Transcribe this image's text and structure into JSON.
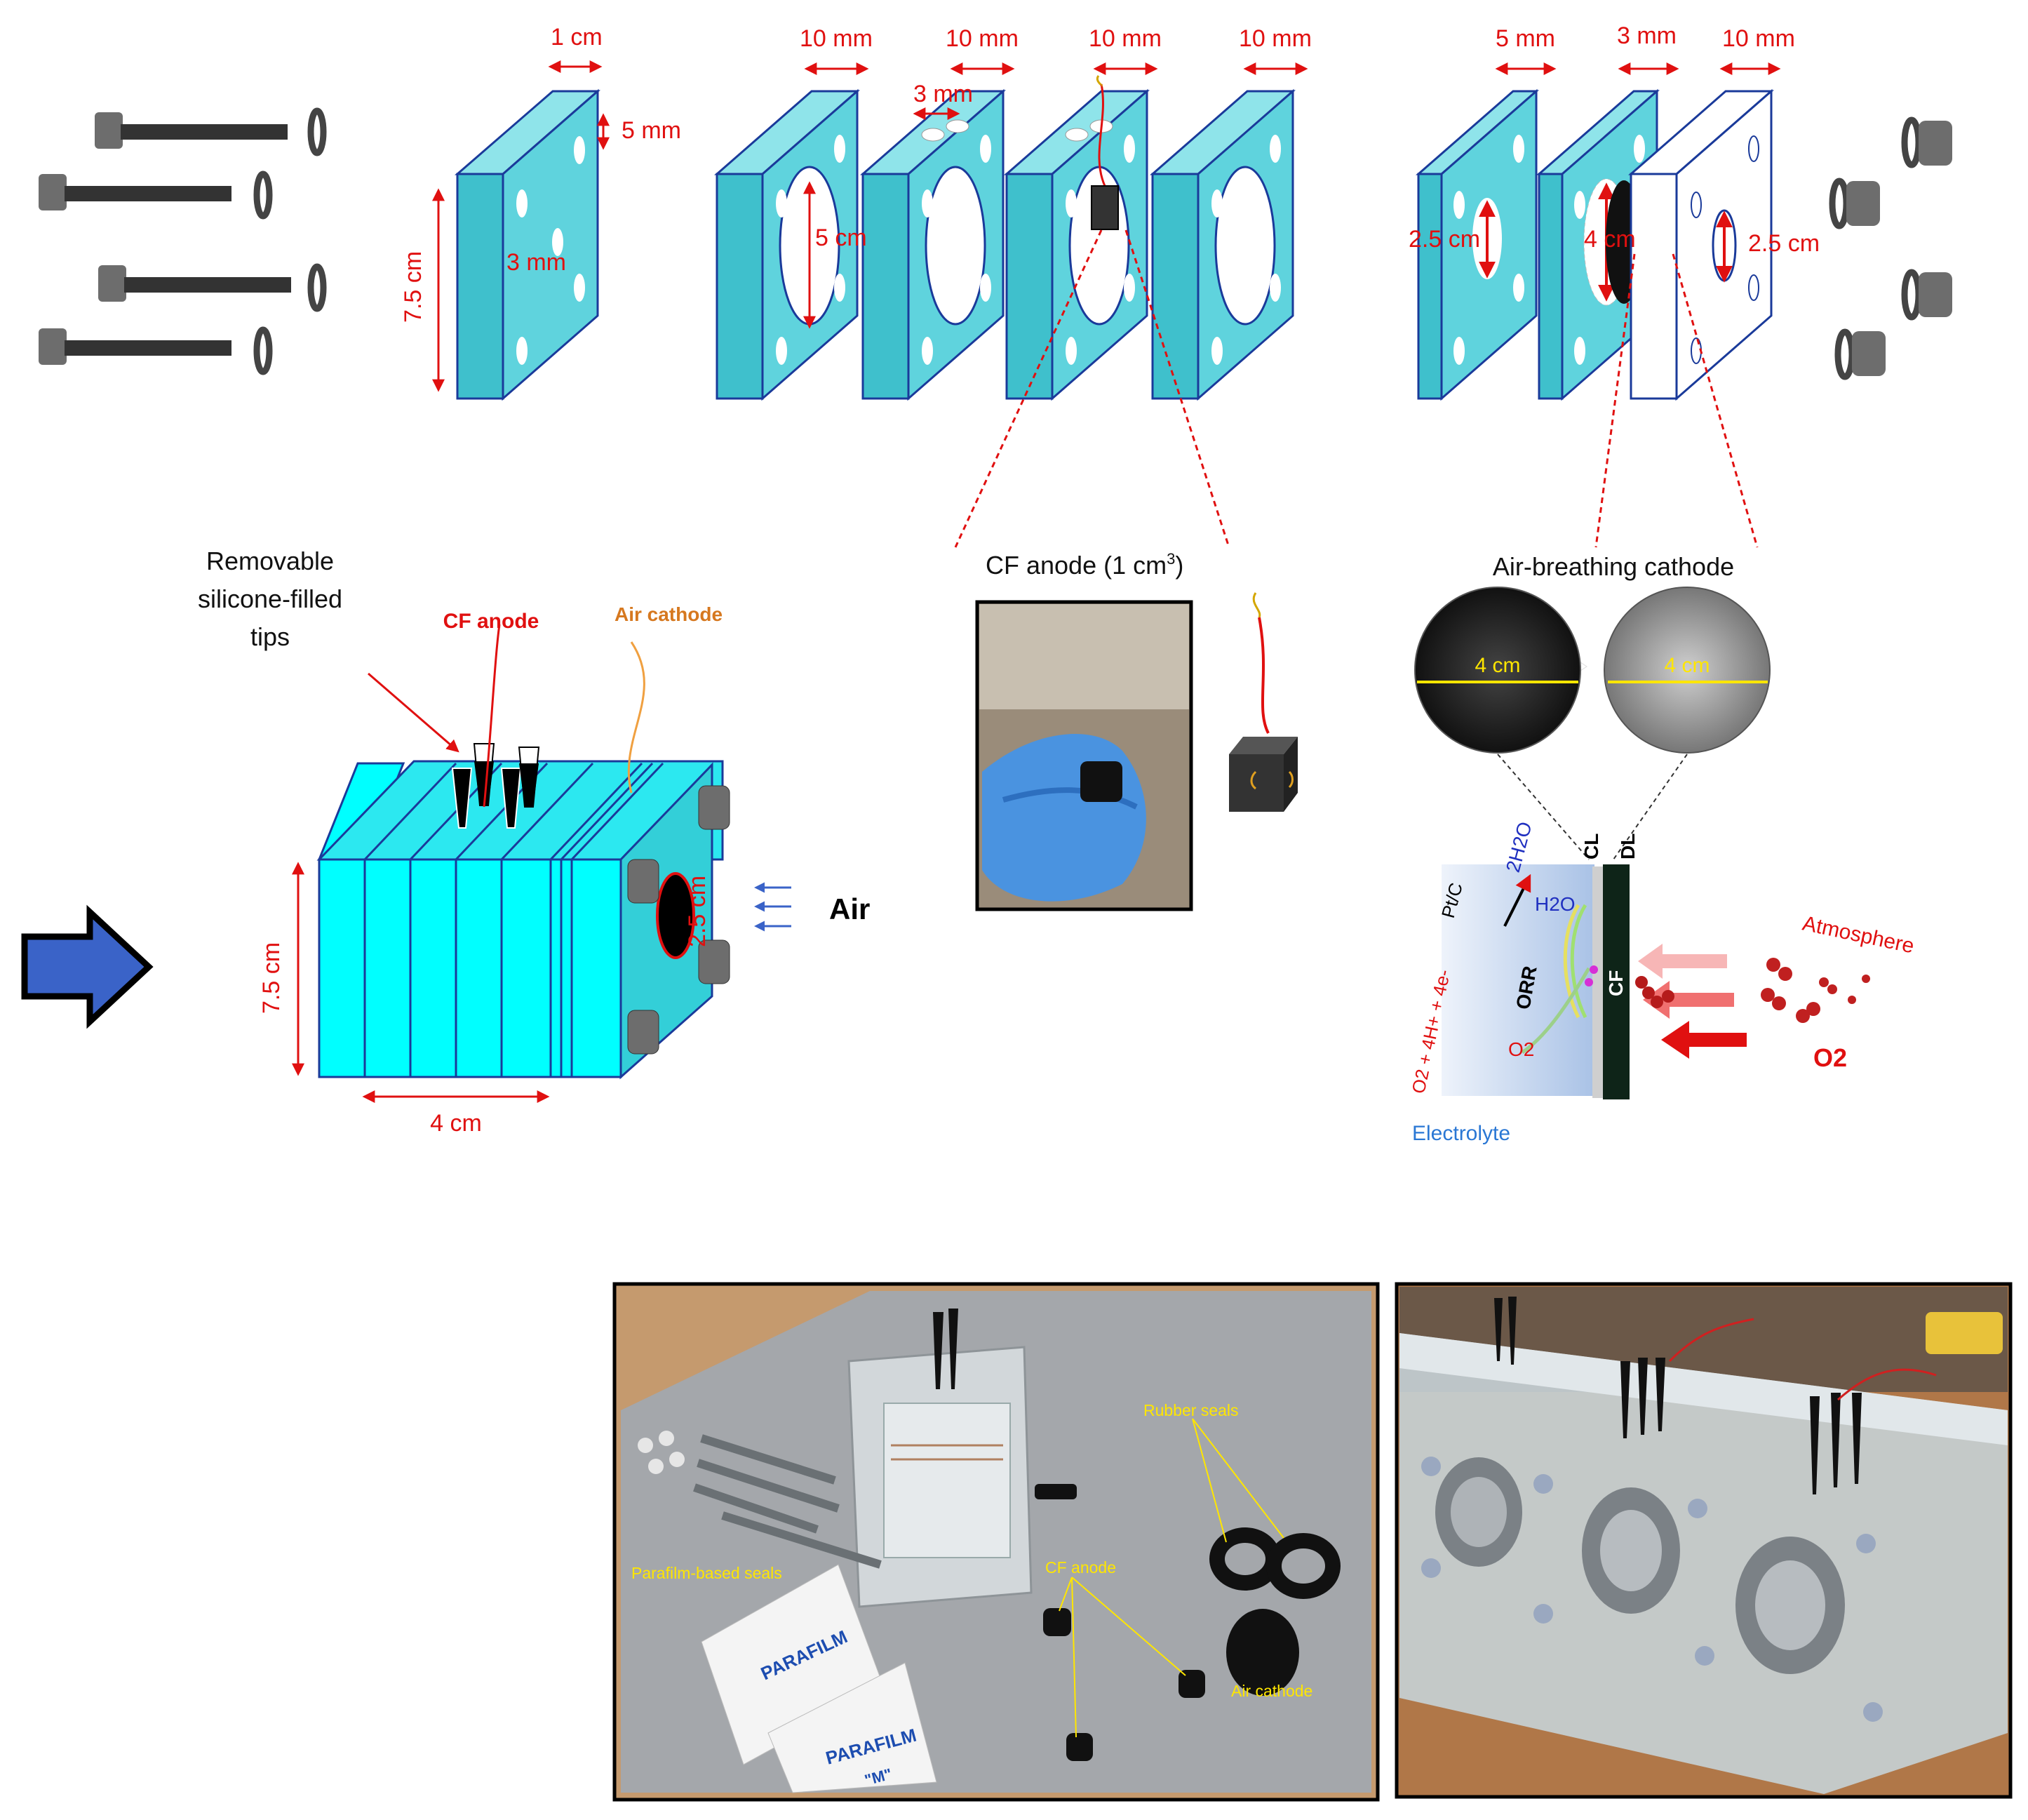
{
  "exploded_view": {
    "dims": {
      "plate_thickness": "1 cm",
      "hole_size": "5 mm",
      "plate_height": "7.5 cm",
      "hole_spacing": "3 mm",
      "chamber_1": "10 mm",
      "chamber_2": "10 mm",
      "chamber_3": "10 mm",
      "chamber_4": "10 mm",
      "port": "3 mm",
      "window": "5 cm",
      "cathode_frame": "5 mm",
      "cathode_gap": "3 mm",
      "end_plate": "10 mm",
      "window_left": "2.5 cm",
      "cathode_dia": "4 cm",
      "window_right": "2.5 cm"
    }
  },
  "assembled_view": {
    "tips_label": [
      "Removable",
      "silicone-filled",
      "tips"
    ],
    "anode_label": "CF anode",
    "cathode_label": "Air cathode",
    "height": "7.5 cm",
    "width": "4 cm",
    "window": "2.5 cm",
    "air_label": "Air"
  },
  "anode_inset": {
    "title": "CF anode (1 cm",
    "title_sup": "3",
    "title_end": ")"
  },
  "cathode_inset": {
    "title": "Air-breathing cathode",
    "disc_left": "4 cm",
    "disc_right": "4 cm",
    "layer_cl": "CL",
    "layer_dl": "DL",
    "layer_cf": "CF",
    "catalyst": "Pt/C",
    "product": "2H2O",
    "water": "H2O",
    "reaction": "ORR",
    "reactant": "O2",
    "equation": "O2 + 4H+ + 4e-",
    "atmosphere": "Atmosphere",
    "oxygen": "O2",
    "electrolyte": "Electrolyte"
  },
  "photo_left": {
    "rubber_seals": "Rubber seals",
    "parafilm_seals": "Parafilm-based seals",
    "cf_anode": "CF anode",
    "air_cathode": "Air cathode",
    "parafilm_brand": "PARAFILM",
    "parafilm_m": "\"M\""
  },
  "colors": {
    "plate": "#5fd3dd",
    "plate_side": "#3fc0cc",
    "dimension": "#e01010",
    "arrow": "#3a63c8"
  }
}
